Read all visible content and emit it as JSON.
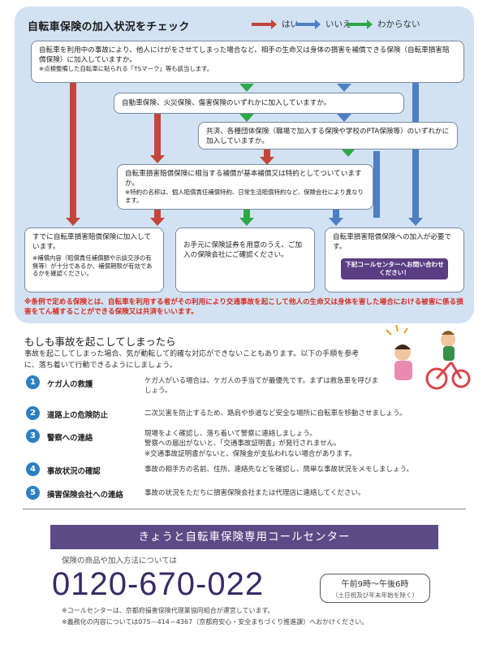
{
  "check": {
    "title": "自転車保険の加入状況をチェック",
    "legend": [
      {
        "label": "はい",
        "color": "#c4453b"
      },
      {
        "label": "いいえ",
        "color": "#4d7fc4"
      },
      {
        "label": "わからない",
        "color": "#2ea845"
      }
    ],
    "q1": {
      "text": "自転車を利用中の事故により、他人にけがをさせてしまった場合など、相手の生命又は身体の損害を補償できる保険（自転車損害賠償保険）に加入していますか。",
      "note": "※点検整備した自転車に貼られる「TSマーク」等も該当します。"
    },
    "q2": {
      "text": "自動車保険、火災保険、傷害保険のいずれかに加入していますか。"
    },
    "q3": {
      "text": "共済、各種団体保険（職場で加入する保険や学校のPTA保険等）のいずれかに加入していますか。"
    },
    "q4": {
      "text": "自転車損害賠償保険に相当する補償が基本補償又は特約としてついていますか。",
      "note": "※特約の名称は、個人賠償責任補償特約、日常生活賠償特約など、保険会社により異なります。"
    },
    "r1": {
      "text": "すでに自転車損害賠償保険に加入しています。",
      "note": "※補償内容（賠償責任補償額や示談交渉の有無等）が十分であるか、補償期限が有効であるかを確認ください。"
    },
    "r2": {
      "text": "お手元に保険証券を用意のうえ、ご加入の保険会社にご確認ください。"
    },
    "r3": {
      "text": "自転車損害賠償保険への加入が必要です。",
      "button": "下記コールセンターへお問い合わせください！"
    },
    "footnote": "※条例で定める保険とは、自転車を利用する者がその利用により交通事故を起こして他人の生命又は身体を害した場合における被害に係る損害をてん補することができる保険又は共済をいいます。"
  },
  "accident": {
    "title": "もしも事故を起こしてしまったら",
    "intro": "事故を起こしてしまった場合、気が動転して的確な対応ができないこともあります。以下の手順を参考に、落ち着いて行動できるようにしましょう。",
    "steps": [
      {
        "num": "1",
        "title": "ケガ人の救護",
        "desc": "ケガ人がいる場合は、ケガ人の手当てが最優先です。まずは救急車を呼びましょう。"
      },
      {
        "num": "2",
        "title": "道路上の危険防止",
        "desc": "二次災害を防止するため、路肩や歩道など安全な場所に自転車を移動させましょう。"
      },
      {
        "num": "3",
        "title": "警察への連絡",
        "desc": "現場をよく確認し、落ち着いて警察に連絡しましょう。",
        "desc2": "警察への届出がないと、「交通事故証明書」が発行されません。",
        "desc3": "※交通事故証明書がないと、保険金が支払われない場合があります。"
      },
      {
        "num": "4",
        "title": "事故状況の確認",
        "desc": "事故の相手方の名前、住所、連絡先などを確認し、簡単な事故状況をメモしましょう。"
      },
      {
        "num": "5",
        "title": "損害保険会社への連絡",
        "desc": "事故の状況をただちに損害保険会社または代理店に連絡してください。"
      }
    ]
  },
  "callcenter": {
    "title": "きょうと自転車保険専用コールセンター",
    "sub": "保険の商品や加入方法については",
    "phone": "0120-670-022",
    "hours": "午前9時～午後6時",
    "hours_note": "（土日祝及び年末年始を除く）",
    "note1": "※コールセンターは、京都府損害保険代理業協同組合が運営しています。",
    "note2": "※義務化の内容については075－414－4367（京都府安心・安全まちづくり推進課）へおかけください。"
  }
}
